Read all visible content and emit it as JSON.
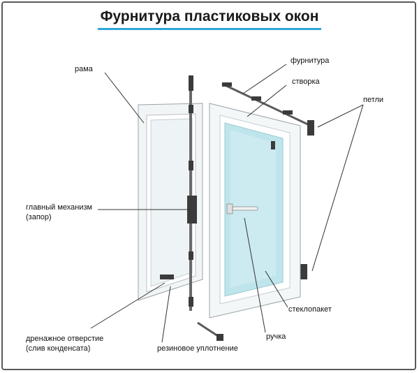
{
  "title": "Фурнитура пластиковых окон",
  "colors": {
    "accent_underline": "#2ea6d8",
    "frame": "#e8ecee",
    "glass": "#bfe5ec",
    "hardware": "#3b3b3b"
  },
  "labels": {
    "rama": "рама",
    "furnitura": "фурнитура",
    "stvorka": "створка",
    "petli": "петли",
    "mechanism_line1": "главный механизм",
    "mechanism_line2": "(запор)",
    "steklopaket": "стеклопакет",
    "drainage_line1": "дренажное отверстие",
    "drainage_line2": "(слив конденсата)",
    "seal": "резиновое уплотнение",
    "handle": "ручка"
  }
}
